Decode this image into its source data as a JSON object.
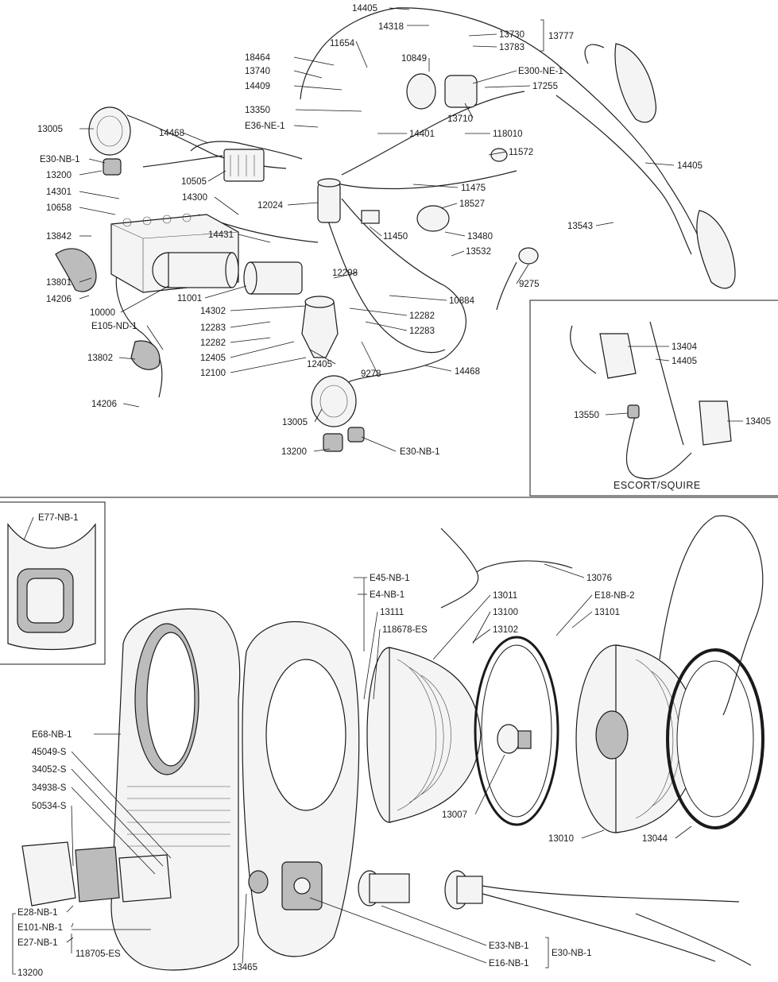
{
  "upper_labels": [
    {
      "id": "l14405a",
      "text": "14405"
    },
    {
      "id": "l14318",
      "text": "14318"
    },
    {
      "id": "l13730",
      "text": "13730"
    },
    {
      "id": "l13777",
      "text": "13777"
    },
    {
      "id": "l13783",
      "text": "13783"
    },
    {
      "id": "l18464",
      "text": "18464"
    },
    {
      "id": "l11654",
      "text": "11654"
    },
    {
      "id": "l10849",
      "text": "10849"
    },
    {
      "id": "l13740",
      "text": "13740"
    },
    {
      "id": "lE300",
      "text": "E300-NE-1"
    },
    {
      "id": "l14409",
      "text": "14409"
    },
    {
      "id": "l17255",
      "text": "17255"
    },
    {
      "id": "l13350",
      "text": "13350"
    },
    {
      "id": "l13710",
      "text": "13710"
    },
    {
      "id": "lE36",
      "text": "E36-NE-1"
    },
    {
      "id": "l13005a",
      "text": "13005"
    },
    {
      "id": "l14401",
      "text": "14401"
    },
    {
      "id": "l118010",
      "text": "118010"
    },
    {
      "id": "l14468a",
      "text": "14468"
    },
    {
      "id": "lE30a",
      "text": "E30-NB-1"
    },
    {
      "id": "l11572",
      "text": "11572"
    },
    {
      "id": "l14405b",
      "text": "14405"
    },
    {
      "id": "l13200a",
      "text": "13200"
    },
    {
      "id": "l10505",
      "text": "10505"
    },
    {
      "id": "l14301",
      "text": "14301"
    },
    {
      "id": "l11475",
      "text": "11475"
    },
    {
      "id": "l14300",
      "text": "14300"
    },
    {
      "id": "l10658",
      "text": "10658"
    },
    {
      "id": "l12024",
      "text": "12024"
    },
    {
      "id": "l18527",
      "text": "18527"
    },
    {
      "id": "l13543",
      "text": "13543"
    },
    {
      "id": "l13842",
      "text": "13842"
    },
    {
      "id": "l14431",
      "text": "14431"
    },
    {
      "id": "l11450",
      "text": "11450"
    },
    {
      "id": "l13480",
      "text": "13480"
    },
    {
      "id": "l13532",
      "text": "13532"
    },
    {
      "id": "l12298",
      "text": "12298"
    },
    {
      "id": "l13801",
      "text": "13801"
    },
    {
      "id": "l9275",
      "text": "9275"
    },
    {
      "id": "l11001",
      "text": "11001"
    },
    {
      "id": "l14206a",
      "text": "14206"
    },
    {
      "id": "l10884",
      "text": "10884"
    },
    {
      "id": "l10000",
      "text": "10000"
    },
    {
      "id": "l14302",
      "text": "14302"
    },
    {
      "id": "l12282a",
      "text": "12282"
    },
    {
      "id": "lE105",
      "text": "E105-ND-1"
    },
    {
      "id": "l12283a",
      "text": "12283"
    },
    {
      "id": "l12283b",
      "text": "12283"
    },
    {
      "id": "l12282b",
      "text": "12282"
    },
    {
      "id": "l13802",
      "text": "13802"
    },
    {
      "id": "l12405a",
      "text": "12405"
    },
    {
      "id": "l12405b",
      "text": "12405"
    },
    {
      "id": "l14468b",
      "text": "14468"
    },
    {
      "id": "l12100",
      "text": "12100"
    },
    {
      "id": "l9278",
      "text": "9278"
    },
    {
      "id": "l14206b",
      "text": "14206"
    },
    {
      "id": "l13005b",
      "text": "13005"
    },
    {
      "id": "l13200b",
      "text": "13200"
    },
    {
      "id": "lE30b",
      "text": "E30-NB-1"
    }
  ],
  "escort_labels": [
    {
      "id": "l13404",
      "text": "13404"
    },
    {
      "id": "l14405c",
      "text": "14405"
    },
    {
      "id": "l13550",
      "text": "13550"
    },
    {
      "id": "l13405",
      "text": "13405"
    }
  ],
  "escort_caption": "ESCORT/SQUIRE",
  "lower_labels": [
    {
      "id": "lE77",
      "text": "E77-NB-1"
    },
    {
      "id": "l13076",
      "text": "13076"
    },
    {
      "id": "lE45",
      "text": "E45-NB-1"
    },
    {
      "id": "lE4",
      "text": "E4-NB-1"
    },
    {
      "id": "l13011",
      "text": "13011"
    },
    {
      "id": "lE18",
      "text": "E18-NB-2"
    },
    {
      "id": "l13111",
      "text": "13111"
    },
    {
      "id": "l13100",
      "text": "13100"
    },
    {
      "id": "l13101",
      "text": "13101"
    },
    {
      "id": "l118678",
      "text": "118678-ES"
    },
    {
      "id": "l13102",
      "text": "13102"
    },
    {
      "id": "lE68",
      "text": "E68-NB-1"
    },
    {
      "id": "l45049",
      "text": "45049-S"
    },
    {
      "id": "l34052",
      "text": "34052-S"
    },
    {
      "id": "l34938",
      "text": "34938-S"
    },
    {
      "id": "l50534",
      "text": "50534-S"
    },
    {
      "id": "l13007",
      "text": "13007"
    },
    {
      "id": "l13010",
      "text": "13010"
    },
    {
      "id": "l13044",
      "text": "13044"
    },
    {
      "id": "lE28",
      "text": "E28-NB-1"
    },
    {
      "id": "lE101",
      "text": "E101-NB-1"
    },
    {
      "id": "lE27",
      "text": "E27-NB-1"
    },
    {
      "id": "l118705",
      "text": "118705-ES"
    },
    {
      "id": "l13200c",
      "text": "13200"
    },
    {
      "id": "l13465",
      "text": "13465"
    },
    {
      "id": "lE33",
      "text": "E33-NB-1"
    },
    {
      "id": "lE30c",
      "text": "E30-NB-1"
    },
    {
      "id": "lE16",
      "text": "E16-NB-1"
    }
  ]
}
